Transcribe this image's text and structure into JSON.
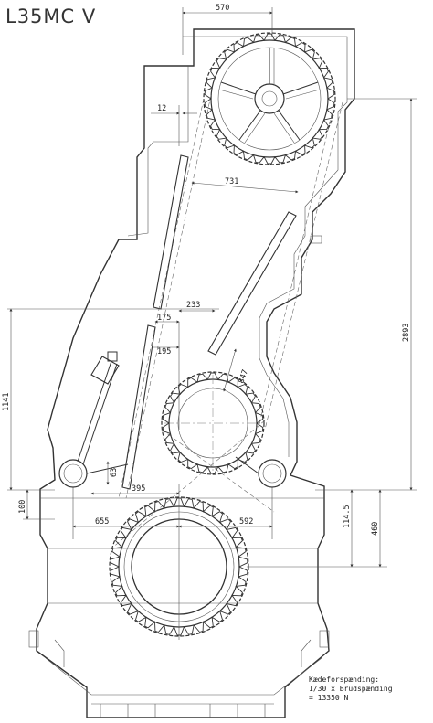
{
  "title": "L35MC V",
  "dimensions": {
    "d570": "570",
    "d12": "12",
    "d731": "731",
    "d2893": "2893",
    "d233": "233",
    "d175": "175",
    "d195": "195",
    "d847": "847",
    "d1141": "1141",
    "d63": "63",
    "d395": "395",
    "d100": "100",
    "d655": "655",
    "d592": "592",
    "d1145": "114.5",
    "d460": "460"
  },
  "note": {
    "line1": "Kædeforspænding:",
    "line2": "1/30 x Brudspænding",
    "line3": "= 13350 N"
  }
}
